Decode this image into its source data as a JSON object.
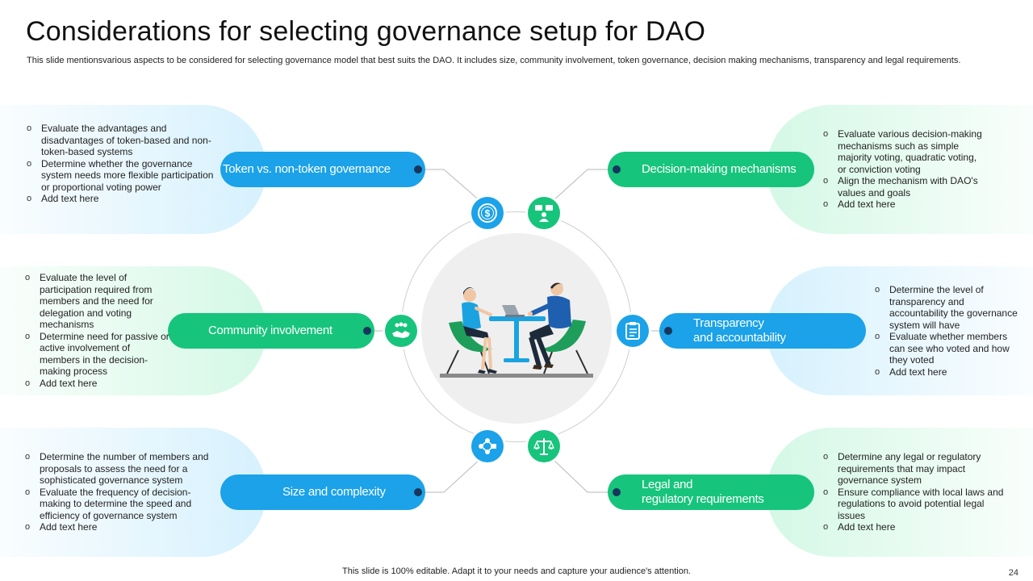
{
  "title": "Considerations for selecting governance setup for DAO",
  "subtitle": "This slide mentionsvarious aspects to be considered for selecting governance model that best suits the DAO. It includes size, community involvement, token governance, decision making mechanisms, transparency and legal requirements.",
  "colors": {
    "blue": "#1ba2e8",
    "green": "#17c47c",
    "dot": "#17365d"
  },
  "sections": {
    "token": {
      "label": "Token vs. non-token governance",
      "icon": "dollar-coin-icon",
      "bullets": [
        "Evaluate the advantages and disadvantages of token-based and non-token-based systems",
        "Determine whether the governance system needs more flexible participation or proportional voting power",
        "Add text here"
      ]
    },
    "community": {
      "label": "Community involvement",
      "icon": "handshake-icon",
      "bullets": [
        "Evaluate the level of participation required from members and the need for delegation and voting mechanisms",
        "Determine need for passive or active involvement of members in the decision-making process",
        "Add text here"
      ]
    },
    "size": {
      "label": "Size and complexity",
      "icon": "network-icon",
      "bullets": [
        "Determine the number of members and proposals to assess the need for a sophisticated governance system",
        "Evaluate the frequency of decision-making to determine the speed and efficiency of  governance system",
        "Add text here"
      ]
    },
    "decision": {
      "label": "Decision-making mechanisms",
      "icon": "meeting-icon",
      "bullets": [
        "Evaluate various decision-making mechanisms such as simple majority voting, quadratic voting, or conviction voting",
        "Align the mechanism with DAO's values and goals",
        "Add text here"
      ]
    },
    "transparency": {
      "label_line1": "Transparency",
      "label_line2": "and accountability",
      "icon": "clipboard-icon",
      "bullets": [
        "Determine the level of transparency and accountability the governance system will have",
        "Evaluate whether members can see who voted and how they voted",
        "Add text here"
      ]
    },
    "legal": {
      "label_line1": "Legal and",
      "label_line2": "regulatory requirements",
      "icon": "scales-icon",
      "bullets": [
        "Determine any legal or regulatory requirements that may impact governance system",
        "Ensure compliance with local laws and regulations to avoid potential legal issues",
        "Add text here"
      ]
    }
  },
  "footer": "This slide is 100% editable. Adapt it to your needs and capture your audience's attention.",
  "page_number": "24"
}
